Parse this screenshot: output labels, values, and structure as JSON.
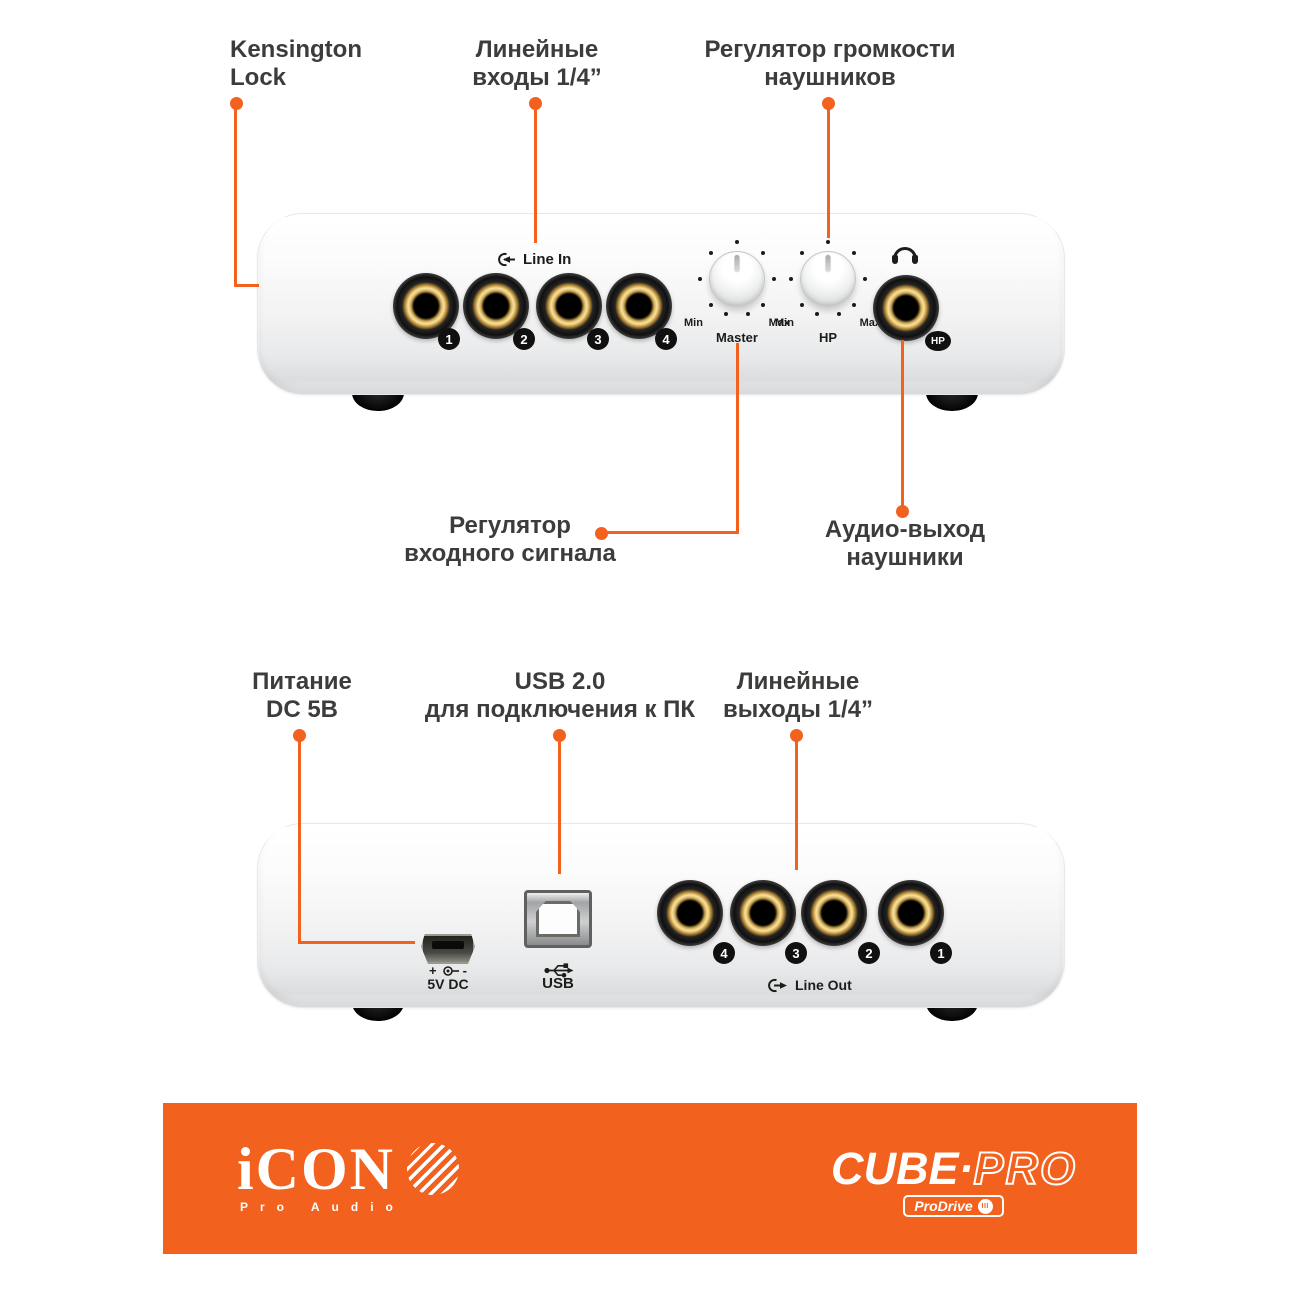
{
  "accent_color": "#F2611D",
  "label_color": "#3C3C3B",
  "front": {
    "callouts": {
      "kensington": "Kensington\nLock",
      "line_inputs": "Линейные\nвходы 1/4”",
      "hp_volume": "Регулятор громкости\nнаушников",
      "input_gain": "Регулятор\nвходного сигнала",
      "hp_output": "Аудио-выход\nнаушники"
    },
    "panel": {
      "line_in": "Line In",
      "jacks": [
        "1",
        "2",
        "3",
        "4"
      ],
      "knobs": [
        {
          "name": "Master",
          "min": "Min",
          "max": "Max"
        },
        {
          "name": "HP",
          "min": "Min",
          "max": "Max"
        }
      ],
      "hp_badge": "HP"
    }
  },
  "back": {
    "callouts": {
      "power": "Питание\nDC 5В",
      "usb": "USB 2.0\nдля подключения к ПК",
      "line_outputs": "Линейные\nвыходы 1/4”"
    },
    "panel": {
      "power_plus": "+",
      "power_minus": "-",
      "power_label": "5V DC",
      "usb_label": "USB",
      "jacks": [
        "4",
        "3",
        "2",
        "1"
      ],
      "line_out": "Line Out"
    }
  },
  "footer": {
    "brand": "iCON",
    "brand_tagline": "Pro Audio",
    "product_solid": "CUBE·",
    "product_outline": "PRO",
    "badge_text": "ProDrive",
    "badge_mark": "III"
  },
  "icons": {
    "line_in": "arrow-into-circle",
    "line_out": "arrow-out-of-circle",
    "headphones": "headphones",
    "usb": "usb-trident",
    "power_polarity": "center-positive-dc",
    "brand_globe": "striped-globe"
  }
}
